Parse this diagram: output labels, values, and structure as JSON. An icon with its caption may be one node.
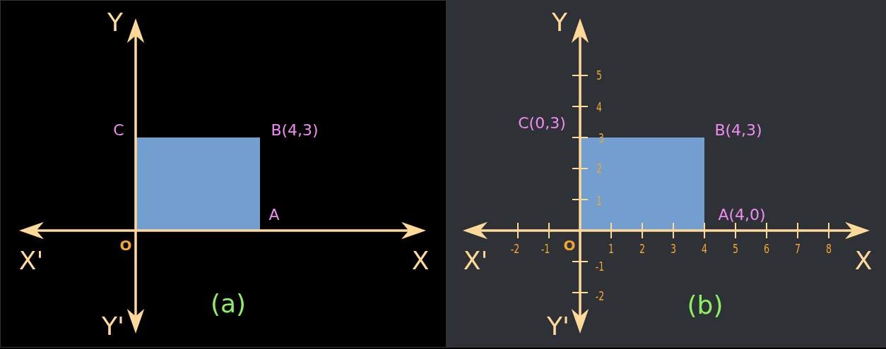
{
  "diagram": {
    "nodes": [
      {
        "text": [
          "(a)"
        ]
      },
      {
        "text": [],
        "shape": "box",
        "in": 0
      },
      {
        "text": [
          "(b)"
        ]
      },
      {
        "text": [],
        "shape": "box",
        "in": 2
      }
    ],
    "labels": [
      "Y",
      "C",
      "B(4,3)",
      "A",
      "X'",
      "O",
      "X",
      "Y'",
      "Y",
      "5",
      "4",
      "C(0,3)",
      "B(4,3)",
      "3",
      "2",
      "1",
      "A(4,0)",
      "X'",
      "-2",
      "-1",
      "O",
      "1",
      "2",
      "3",
      "4",
      "5",
      "6",
      "7",
      "8",
      "X",
      "-1",
      "-2",
      "Y'"
    ]
  }
}
